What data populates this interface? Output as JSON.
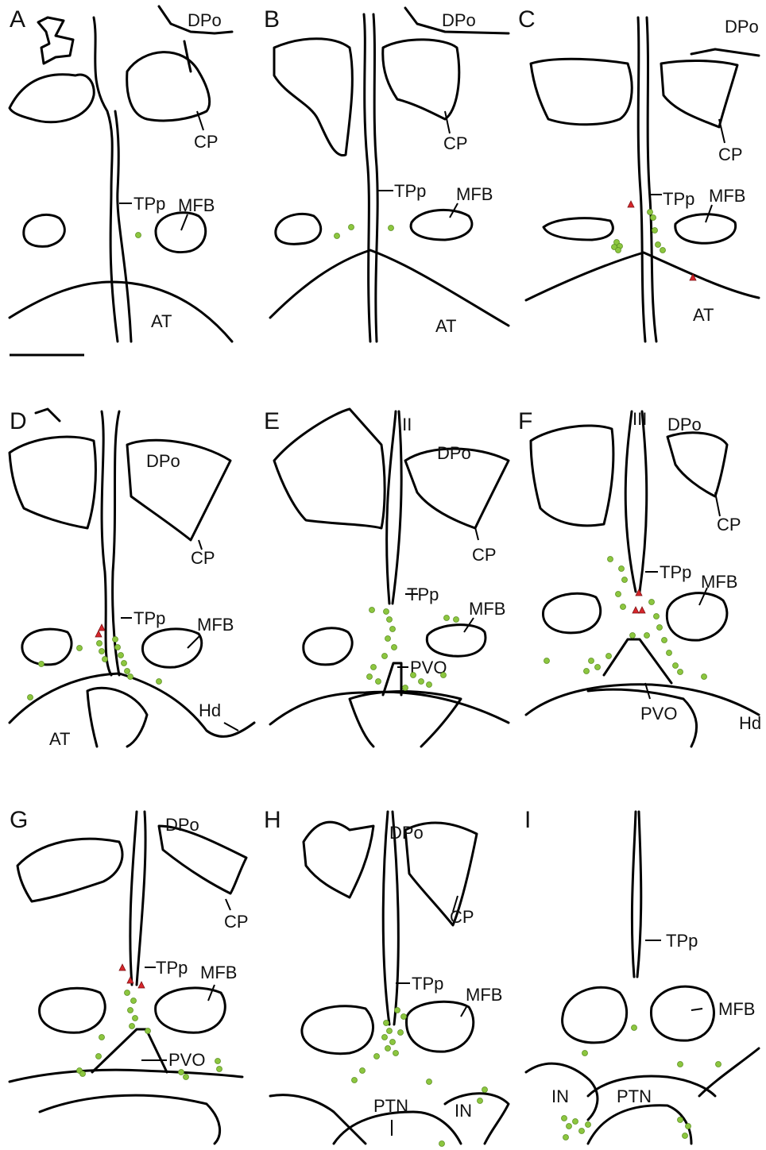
{
  "panels": [
    {
      "id": "A",
      "labels": [
        "DPo",
        "CP",
        "TPp",
        "MFB",
        "AT"
      ]
    },
    {
      "id": "B",
      "labels": [
        "DPo",
        "CP",
        "TPp",
        "MFB",
        "AT"
      ]
    },
    {
      "id": "C",
      "labels": [
        "DPo",
        "CP",
        "TPp",
        "MFB",
        "AT"
      ]
    },
    {
      "id": "D",
      "labels": [
        "DPo",
        "CP",
        "TPp",
        "MFB",
        "Hd",
        "AT"
      ]
    },
    {
      "id": "E",
      "labels": [
        "III",
        "DPo",
        "CP",
        "TPp",
        "MFB",
        "PVO"
      ]
    },
    {
      "id": "F",
      "labels": [
        "III",
        "DPo",
        "CP",
        "TPp",
        "MFB",
        "PVO",
        "Hd"
      ]
    },
    {
      "id": "G",
      "labels": [
        "DPo",
        "CP",
        "TPp",
        "MFB",
        "PVO"
      ]
    },
    {
      "id": "H",
      "labels": [
        "DPo",
        "CP",
        "TPp",
        "MFB",
        "PTN",
        "IN"
      ]
    },
    {
      "id": "I",
      "labels": [
        "TPp",
        "MFB",
        "IN",
        "PTN"
      ]
    }
  ],
  "legend_colors": {
    "green_dot": "#8cc63f",
    "red_triangle": "#d7262b",
    "outline": "#000000"
  }
}
